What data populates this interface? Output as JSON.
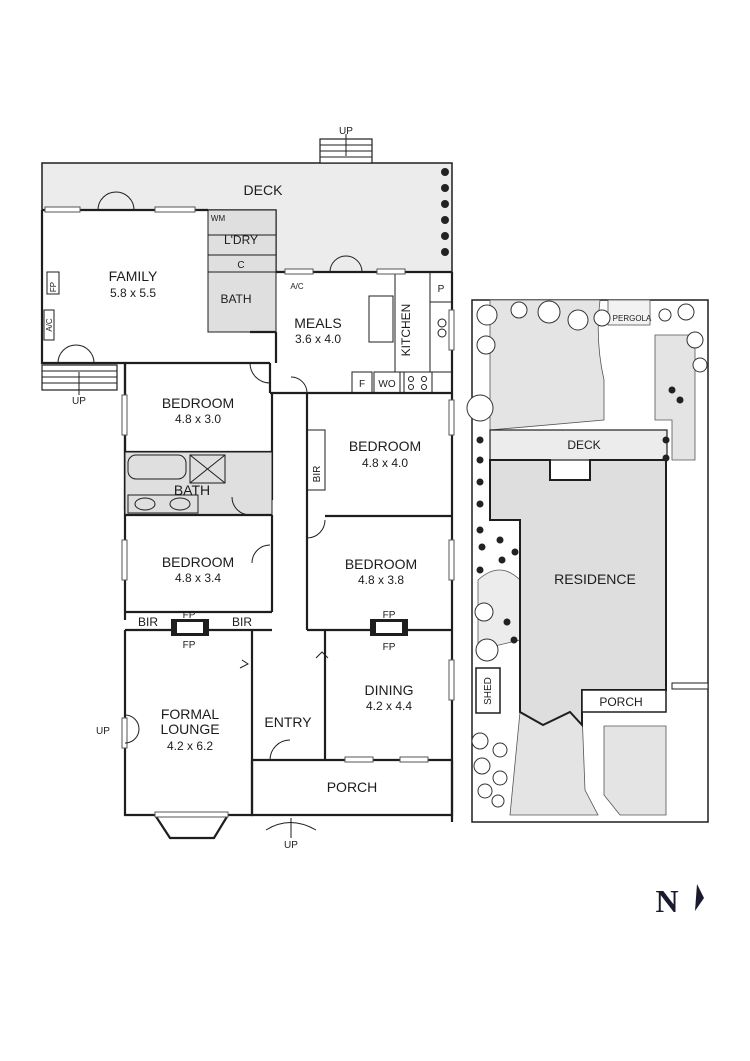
{
  "rooms": {
    "deck": "DECK",
    "family": {
      "name": "FAMILY",
      "size": "5.8 x 5.5"
    },
    "laundry": "L'DRY",
    "laundry_wm": "WM",
    "laundry_c": "C",
    "bath_top": "BATH",
    "meals": {
      "name": "MEALS",
      "size": "3.6 x 4.0"
    },
    "kitchen": "KITCHEN",
    "pantry": "P",
    "fridge": "F",
    "wall_oven": "WO",
    "bedroom1": {
      "name": "BEDROOM",
      "size": "4.8 x 3.0"
    },
    "bedroom2": {
      "name": "BEDROOM",
      "size": "4.8 x 4.0"
    },
    "bir_mid": "BIR",
    "bath_mid": "BATH",
    "bedroom3": {
      "name": "BEDROOM",
      "size": "4.8 x 3.4"
    },
    "bedroom4": {
      "name": "BEDROOM",
      "size": "4.8 x 3.8"
    },
    "bir_left": "BIR",
    "bir_right": "BIR",
    "fp": "FP",
    "lounge": {
      "name1": "FORMAL",
      "name2": "LOUNGE",
      "size": "4.2 x 6.2"
    },
    "entry": "ENTRY",
    "dining": {
      "name": "DINING",
      "size": "4.2 x 4.4"
    },
    "porch": "PORCH",
    "ac": "A/C",
    "up": "UP"
  },
  "site": {
    "deck": "DECK",
    "residence": "RESIDENCE",
    "porch": "PORCH",
    "shed": "SHED",
    "pergola": "PERGOLA"
  },
  "compass": {
    "letter": "N"
  },
  "colors": {
    "wall": "#1e1e1e",
    "deck": "#ececec",
    "wet": "#dfdfdf"
  }
}
